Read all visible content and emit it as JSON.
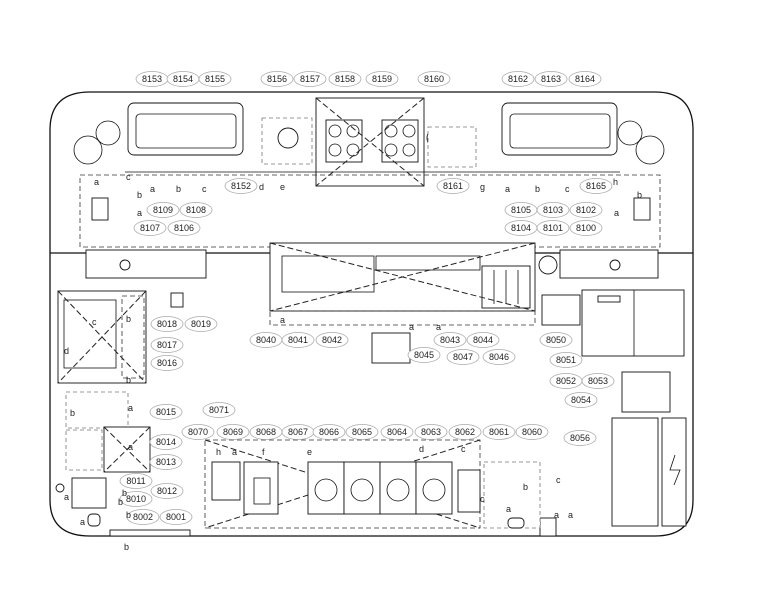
{
  "tags": [
    {
      "id": "8153"
    },
    {
      "id": "8154"
    },
    {
      "id": "8155"
    },
    {
      "id": "8156"
    },
    {
      "id": "8157"
    },
    {
      "id": "8158"
    },
    {
      "id": "8159"
    },
    {
      "id": "8160"
    },
    {
      "id": "8162"
    },
    {
      "id": "8163"
    },
    {
      "id": "8164"
    },
    {
      "id": "8152"
    },
    {
      "id": "8161"
    },
    {
      "id": "8165"
    },
    {
      "id": "8109"
    },
    {
      "id": "8108"
    },
    {
      "id": "8107"
    },
    {
      "id": "8106"
    },
    {
      "id": "8105"
    },
    {
      "id": "8103"
    },
    {
      "id": "8102"
    },
    {
      "id": "8104"
    },
    {
      "id": "8101"
    },
    {
      "id": "8100"
    },
    {
      "id": "8018"
    },
    {
      "id": "8019"
    },
    {
      "id": "8017"
    },
    {
      "id": "8016"
    },
    {
      "id": "8040"
    },
    {
      "id": "8041"
    },
    {
      "id": "8042"
    },
    {
      "id": "8043"
    },
    {
      "id": "8044"
    },
    {
      "id": "8045"
    },
    {
      "id": "8047"
    },
    {
      "id": "8046"
    },
    {
      "id": "8050"
    },
    {
      "id": "8051"
    },
    {
      "id": "8052"
    },
    {
      "id": "8053"
    },
    {
      "id": "8054"
    },
    {
      "id": "8015"
    },
    {
      "id": "8071"
    },
    {
      "id": "8070"
    },
    {
      "id": "8069"
    },
    {
      "id": "8068"
    },
    {
      "id": "8067"
    },
    {
      "id": "8066"
    },
    {
      "id": "8065"
    },
    {
      "id": "8064"
    },
    {
      "id": "8063"
    },
    {
      "id": "8062"
    },
    {
      "id": "8061"
    },
    {
      "id": "8060"
    },
    {
      "id": "8056"
    },
    {
      "id": "8014"
    },
    {
      "id": "8013"
    },
    {
      "id": "8011"
    },
    {
      "id": "8012"
    },
    {
      "id": "8010"
    },
    {
      "id": "8002"
    },
    {
      "id": "8001"
    }
  ],
  "letters": [
    "c",
    "a",
    "b",
    "c",
    "d",
    "e",
    "a",
    "b",
    "a",
    "g",
    "a",
    "b",
    "c",
    "h",
    "b",
    "a",
    "a",
    "a",
    "a",
    "b",
    "b",
    "c",
    "d",
    "b",
    "a",
    "a",
    "b",
    "b",
    "h",
    "a",
    "f",
    "e",
    "d",
    "c",
    "a",
    "b",
    "a",
    "b",
    "c",
    "a",
    "a",
    "b",
    "a",
    "c"
  ]
}
